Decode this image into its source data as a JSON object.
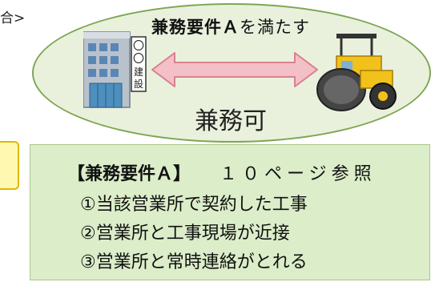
{
  "left_label": "合>",
  "condition": {
    "bold_part": "兼務要件Ａ",
    "rest": "を満たす"
  },
  "result": "兼務可",
  "building_sign": [
    "〇",
    "〇",
    "建",
    "設"
  ],
  "requirements": {
    "heading": "【兼務要件Ａ】",
    "reference": "１０ページ参照",
    "items": [
      "①当該営業所で契約した工事",
      "②営業所と工事現場が近接",
      "③営業所と常時連絡がとれる"
    ]
  },
  "colors": {
    "ellipse_fill": "#e9f1dc",
    "ellipse_border": "#7fa653",
    "arrow_fill": "#f4c0c8",
    "arrow_border": "#d98090",
    "box_fill": "#dcedc9",
    "side_box_fill": "#fff8b0",
    "roller_yellow": "#f2c21b"
  }
}
